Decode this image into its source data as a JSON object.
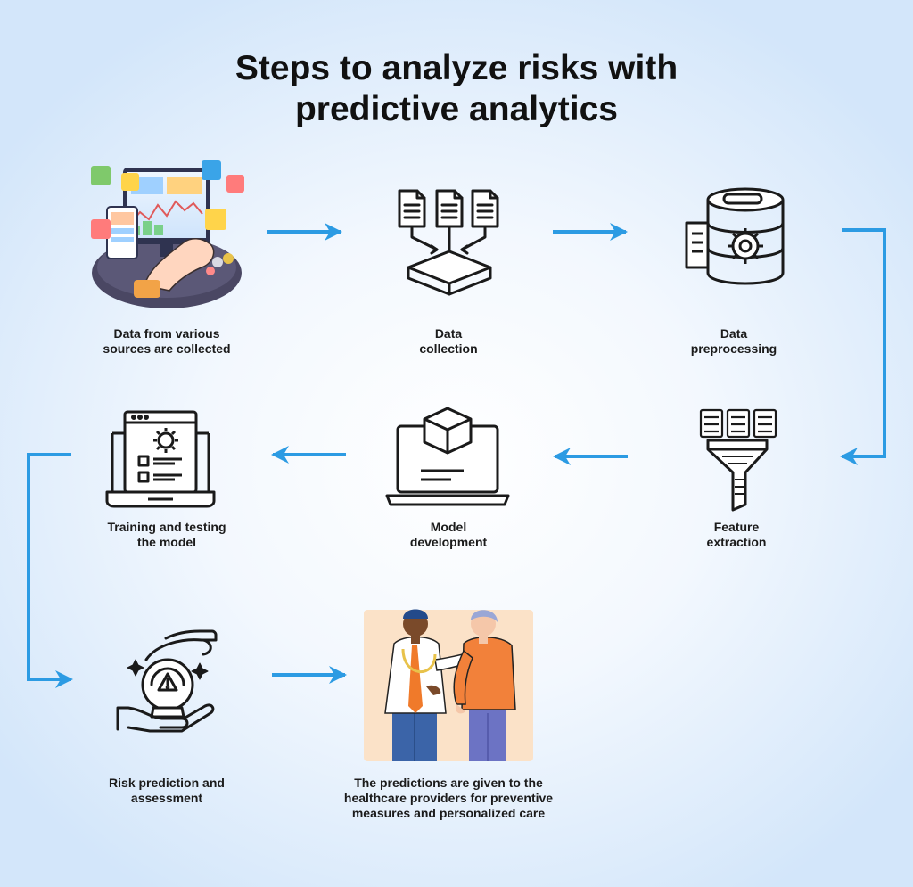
{
  "title_line1": "Steps to analyze risks with",
  "title_line2": "predictive analytics",
  "steps": [
    {
      "icon": "data-sources-illustration",
      "line1": "Data from various",
      "line2": "sources are collected"
    },
    {
      "icon": "documents-to-tray-icon",
      "line1": "Data",
      "line2": "collection"
    },
    {
      "icon": "database-gear-icon",
      "line1": "Data",
      "line2": "preprocessing"
    },
    {
      "icon": "checklist-funnel-icon",
      "line1": "Feature",
      "line2": "extraction"
    },
    {
      "icon": "laptop-cube-icon",
      "line1": "Model",
      "line2": "development"
    },
    {
      "icon": "laptop-gear-checklist-icon",
      "line1": "Training and testing",
      "line2": "the model"
    },
    {
      "icon": "hands-crystal-ball-warning-icon",
      "line1": "Risk prediction and",
      "line2": "assessment"
    },
    {
      "icon": "doctor-patient-illustration",
      "line1": "The predictions are given to the",
      "line2": "healthcare providers for preventive",
      "line3": "measures and personalized care"
    }
  ],
  "colors": {
    "arrow": "#2c9be3",
    "icon": "#1a1a1a",
    "title": "#111111"
  }
}
